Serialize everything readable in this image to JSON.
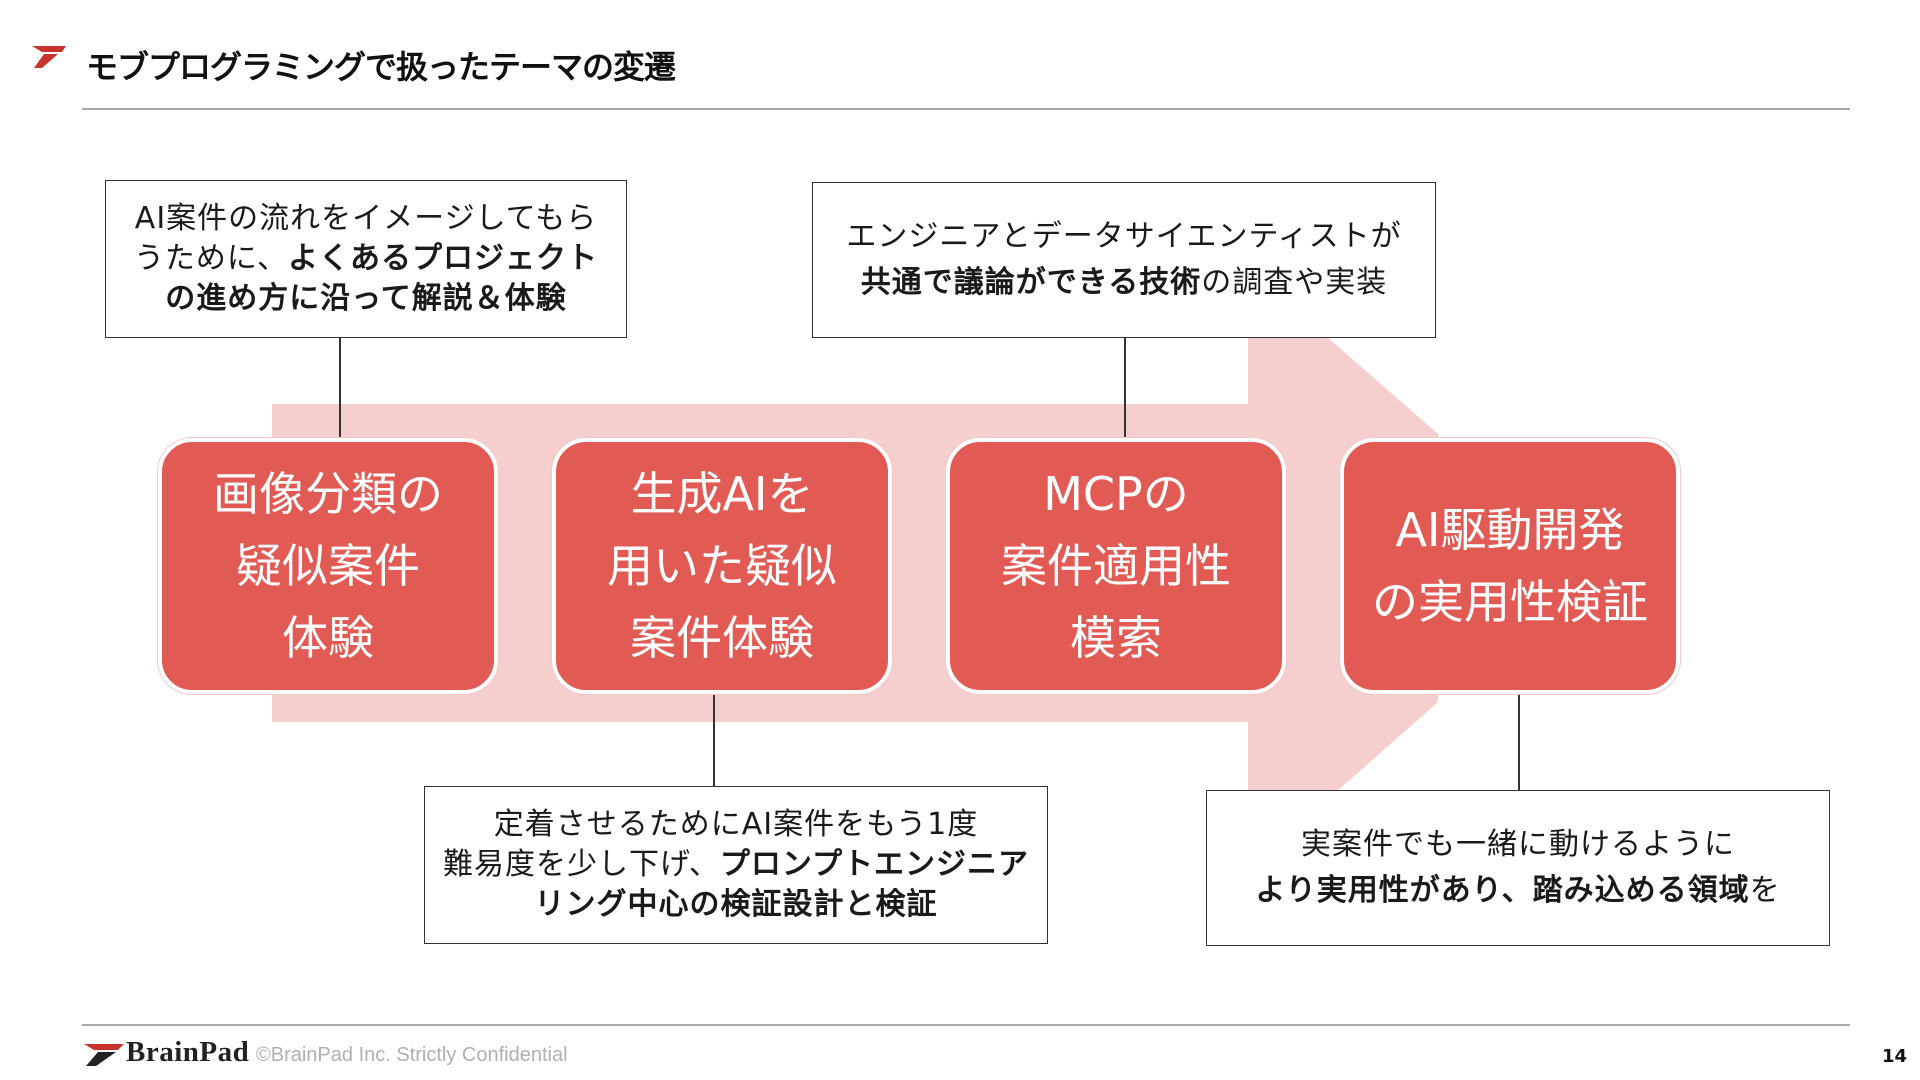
{
  "header": {
    "title": "モブプログラミングで扱ったテーマの変遷"
  },
  "steps": [
    {
      "label": "画像分類の\n疑似案件\n体験"
    },
    {
      "label": "生成AIを\n用いた疑似\n案件体験"
    },
    {
      "label": "MCPの\n案件適用性\n模索"
    },
    {
      "label": "AI駆動開発\nの実用性検証"
    }
  ],
  "notes": {
    "note1": {
      "line1": "AI案件の流れをイメージしてもら",
      "line2_normal": "うために、",
      "line2_bold": "よくあるプロジェクト",
      "line3_bold": "の進め方に沿って解説＆体験"
    },
    "note2": {
      "line1": "定着させるためにAI案件をもう1度",
      "line2_normal": "難易度を少し下げ、",
      "line2_bold": "プロンプトエンジニア",
      "line3_bold": "リング中心の検証設計と検証"
    },
    "note3": {
      "line1": "エンジニアとデータサイエンティストが",
      "line2_bold": "共通で議論ができる技術",
      "line2_normal": "の調査や実装"
    },
    "note4": {
      "line1": "実案件でも一緒に動けるように",
      "line2_bold": "より実用性があり、踏み込める領域",
      "line2_normal": "を"
    }
  },
  "footer": {
    "brand": "BrainPad",
    "copyright": "©BrainPad Inc.  Strictly Confidential",
    "page_number": "14"
  },
  "colors": {
    "accent": "#e25a54",
    "arrow": "#f4cfcd",
    "rule": "#a8a8a8"
  },
  "icons": {
    "logo": "brainpad-chevron-logo-icon"
  }
}
